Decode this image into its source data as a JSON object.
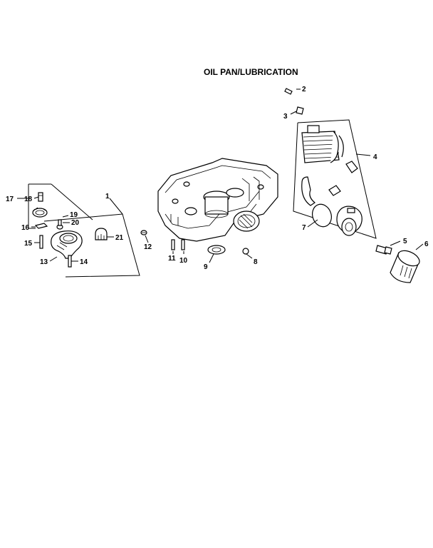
{
  "diagram": {
    "title": "OIL PAN/LUBRICATION",
    "callouts": {
      "c1": "1",
      "c2": "2",
      "c3": "3",
      "c4": "4",
      "c5": "5",
      "c6": "6",
      "c7": "7",
      "c8": "8",
      "c9": "9",
      "c10": "10",
      "c11": "11",
      "c12": "12",
      "c13": "13",
      "c14": "14",
      "c15": "15",
      "c16": "16",
      "c17": "17",
      "c18": "18",
      "c19": "19",
      "c20": "20",
      "c21": "21"
    }
  }
}
